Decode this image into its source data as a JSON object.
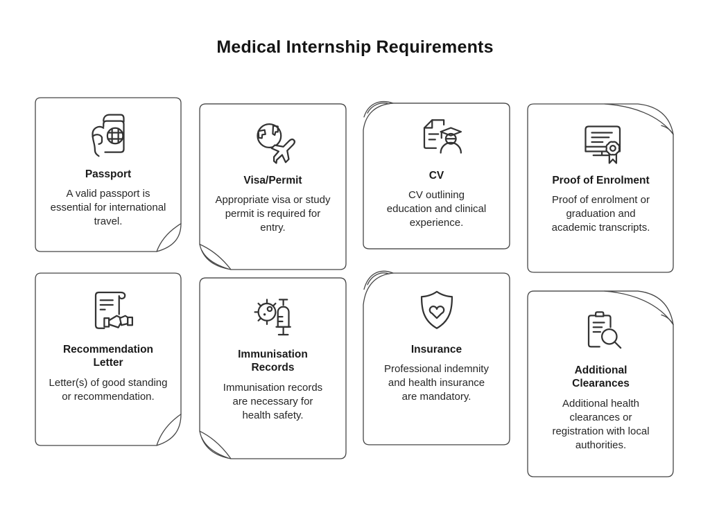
{
  "page": {
    "title": "Medical Internship Requirements",
    "background_color": "#ffffff",
    "card_border_color": "#454545",
    "icon_stroke_color": "#333333",
    "text_color": "#1d1d1d"
  },
  "cards": [
    {
      "title": "Passport",
      "description": "A valid passport is essential for international travel.",
      "icon": "passport-icon",
      "corner_fold": "bottom-right"
    },
    {
      "title": "Visa/Permit",
      "description": "Appropriate visa or study permit is required for entry.",
      "icon": "globe-airplane-icon",
      "corner_fold": "bottom-left"
    },
    {
      "title": "CV",
      "description": "CV outlining education and clinical experience.",
      "icon": "graduate-document-icon",
      "corner_fold": "top-left"
    },
    {
      "title": "Proof of Enrolment",
      "description": "Proof of enrolment or graduation and academic transcripts.",
      "icon": "certificate-rosette-icon",
      "corner_fold": "top-right"
    },
    {
      "title": "Recommendation Letter",
      "description": "Letter(s) of good standing or recommendation.",
      "icon": "letter-handshake-icon",
      "corner_fold": "bottom-right"
    },
    {
      "title": "Immunisation Records",
      "description": "Immunisation records are necessary for health safety.",
      "icon": "virus-syringe-icon",
      "corner_fold": "bottom-left"
    },
    {
      "title": "Insurance",
      "description": "Professional indemnity and health insurance are mandatory.",
      "icon": "shield-heart-icon",
      "corner_fold": "top-left"
    },
    {
      "title": "Additional Clearances",
      "description": "Additional health clearances or registration with local authorities.",
      "icon": "clipboard-search-icon",
      "corner_fold": "top-right"
    }
  ]
}
